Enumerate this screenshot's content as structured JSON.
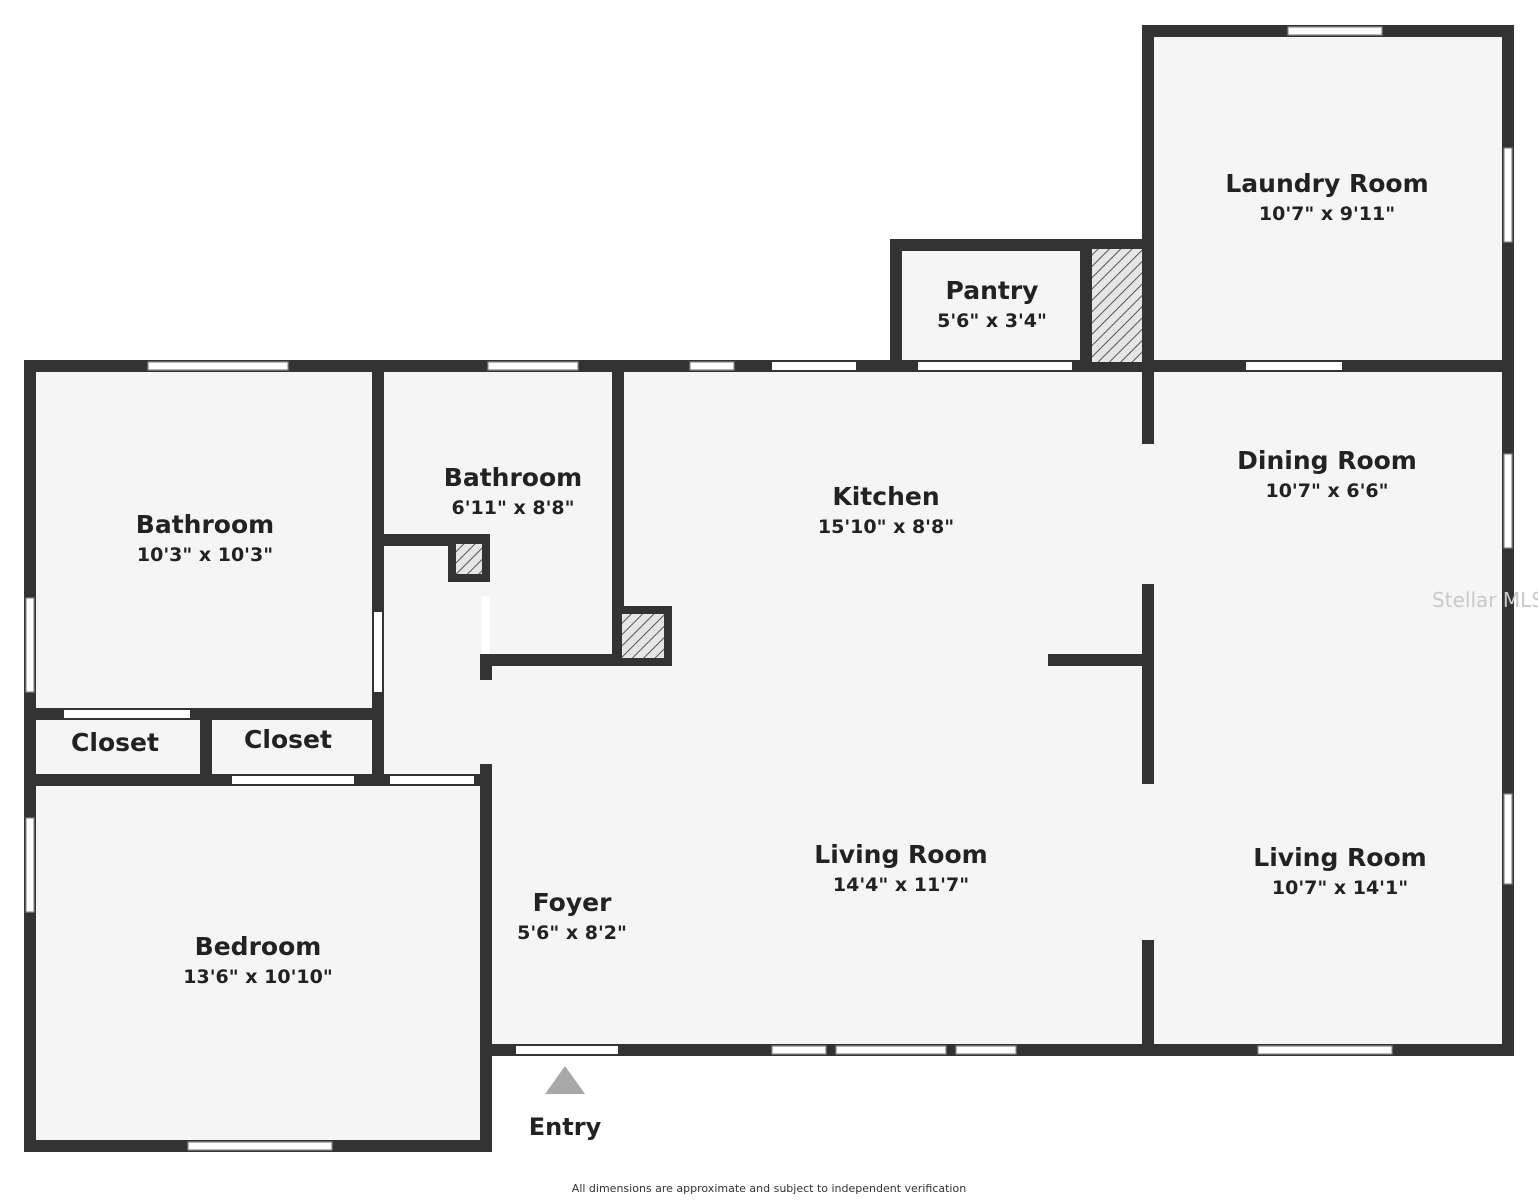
{
  "rooms": {
    "laundry": {
      "name": "Laundry Room",
      "dim": "10'7\" x 9'11\""
    },
    "pantry": {
      "name": "Pantry",
      "dim": "5'6\" x 3'4\""
    },
    "bathroom_left": {
      "name": "Bathroom",
      "dim": "10'3\" x 10'3\""
    },
    "bathroom_mid": {
      "name": "Bathroom",
      "dim": "6'11\" x 8'8\""
    },
    "kitchen": {
      "name": "Kitchen",
      "dim": "15'10\" x 8'8\""
    },
    "dining": {
      "name": "Dining Room",
      "dim": "10'7\" x 6'6\""
    },
    "closet_left": {
      "name": "Closet"
    },
    "closet_right": {
      "name": "Closet"
    },
    "bedroom": {
      "name": "Bedroom",
      "dim": "13'6\" x 10'10\""
    },
    "foyer": {
      "name": "Foyer",
      "dim": "5'6\" x 8'2\""
    },
    "living_main": {
      "name": "Living Room",
      "dim": "14'4\" x 11'7\""
    },
    "living_right": {
      "name": "Living Room",
      "dim": "10'7\" x 14'1\""
    }
  },
  "entry": {
    "label": "Entry"
  },
  "watermark": "Stellar MLS",
  "disclaimer": "All dimensions are approximate and subject to independent verification",
  "colors": {
    "wall": "#333333",
    "floor": "#f5f5f5",
    "entry_arrow": "#a8a8a8"
  }
}
